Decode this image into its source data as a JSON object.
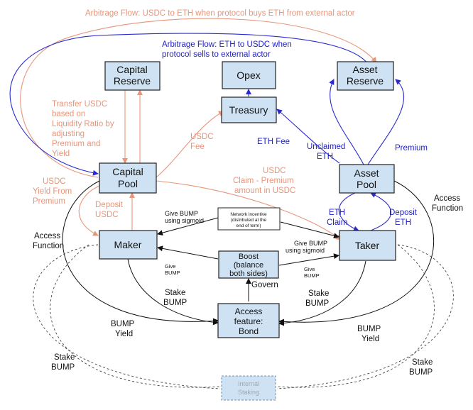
{
  "nodes": {
    "capital_reserve": [
      "Capital",
      "Reserve"
    ],
    "opex": [
      "Opex"
    ],
    "asset_reserve": [
      "Asset",
      "Reserve"
    ],
    "treasury": [
      "Treasury"
    ],
    "capital_pool": [
      "Capital",
      "Pool"
    ],
    "asset_pool": [
      "Asset",
      "Pool"
    ],
    "maker": [
      "Maker"
    ],
    "taker": [
      "Taker"
    ],
    "network_incentive": [
      "Network incentive",
      "(distributed at the",
      "end of term)"
    ],
    "boost": [
      "Boost",
      "(balance",
      "both sides)"
    ],
    "access_bond": [
      "Access",
      "feature:",
      "Bond"
    ],
    "internal_staking": [
      "Internal",
      "Staking"
    ]
  },
  "labels": {
    "arb_usdc_eth": "Arbitrage Flow: USDC to ETH when protocol buys ETH from external actor",
    "arb_eth_usdc": [
      "Arbitrage Flow: ETH to USDC when",
      "protocol sells to external actor"
    ],
    "transfer_usdc": [
      "Transfer USDC",
      "based on",
      "Liquidity Ratio by",
      "adjusting",
      "Premium and",
      "Yield"
    ],
    "usdc_fee": [
      "USDC",
      "Fee"
    ],
    "eth_fee": "ETH Fee",
    "unclaimed_eth": [
      "Unclaimed",
      "ETH"
    ],
    "premium": "Premium",
    "usdc_yield": [
      "USDC",
      "Yield From",
      "Premium"
    ],
    "usdc_claim": [
      "USDC",
      "Claim - Premium",
      "amount in USDC"
    ],
    "deposit_usdc": [
      "Deposit",
      "USDC"
    ],
    "give_bump_sigmoid_left": [
      "Give BUMP",
      "using sigmoid"
    ],
    "give_bump_sigmoid_right": [
      "Give BUMP",
      "using sigmoid"
    ],
    "eth_claim": [
      "ETH",
      "Claim"
    ],
    "deposit_eth": [
      "Deposit",
      "ETH"
    ],
    "access_function_left": [
      "Access",
      "Function"
    ],
    "access_function_right": [
      "Access",
      "Function"
    ],
    "give_bump_left": [
      "Give",
      "BUMP"
    ],
    "give_bump_right": [
      "Give",
      "BUMP"
    ],
    "govern": "Govern",
    "stake_bump_left": [
      "Stake",
      "BUMP"
    ],
    "stake_bump_right": [
      "Stake",
      "BUMP"
    ],
    "bump_yield_left": [
      "BUMP",
      "Yield"
    ],
    "bump_yield_right": [
      "BUMP",
      "Yield"
    ],
    "stake_bump_far_left": [
      "Stake",
      "BUMP"
    ],
    "stake_bump_far_right": [
      "Stake",
      "BUMP"
    ]
  },
  "colors": {
    "node_fill": "#cfe2f3",
    "usdc_flow": "#e8957a",
    "eth_flow": "#2a2ad0",
    "control_flow": "#111111"
  }
}
